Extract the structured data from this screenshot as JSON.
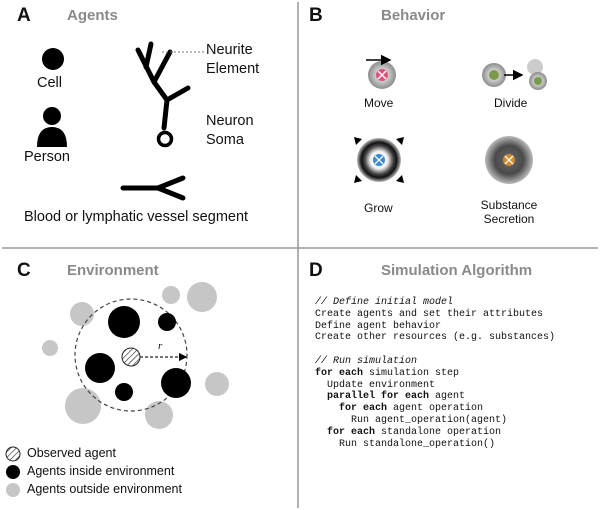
{
  "panels": {
    "a": {
      "letter": "A",
      "title": "Agents",
      "cell": "Cell",
      "person": "Person",
      "neurite": "Neurite",
      "element": "Element",
      "neuron": "Neuron",
      "soma": "Soma",
      "vessel": "Blood or lymphatic vessel segment"
    },
    "b": {
      "letter": "B",
      "title": "Behavior",
      "move": "Move",
      "divide": "Divide",
      "grow": "Grow",
      "substance": "Substance",
      "secretion": "Secretion"
    },
    "c": {
      "letter": "C",
      "title": "Environment",
      "radius": "r",
      "legend_observed": "Observed agent",
      "legend_inside": "Agents inside environment",
      "legend_outside": "Agents outside environment"
    },
    "d": {
      "letter": "D",
      "title": "Simulation Algorithm",
      "code": [
        [
          {
            "t": "// Define initial model",
            "s": "cm"
          }
        ],
        [
          {
            "t": "Create agents and set their attributes"
          }
        ],
        [
          {
            "t": "Define agent behavior"
          }
        ],
        [
          {
            "t": "Create other resources (e.g. substances)"
          }
        ],
        [
          {
            "t": ""
          }
        ],
        [
          {
            "t": "// Run simulation",
            "s": "cm"
          }
        ],
        [
          {
            "t": "for each",
            "s": "kw"
          },
          {
            "t": " simulation step"
          }
        ],
        [
          {
            "t": "  Update environment"
          }
        ],
        [
          {
            "t": "  "
          },
          {
            "t": "parallel for each",
            "s": "kw"
          },
          {
            "t": " agent"
          }
        ],
        [
          {
            "t": "    "
          },
          {
            "t": "for each",
            "s": "kw"
          },
          {
            "t": " agent operation"
          }
        ],
        [
          {
            "t": "      Run agent_operation(agent)"
          }
        ],
        [
          {
            "t": "  "
          },
          {
            "t": "for each",
            "s": "kw"
          },
          {
            "t": " standalone operation"
          }
        ],
        [
          {
            "t": "    Run standalone_operation()"
          }
        ]
      ]
    }
  },
  "colors": {
    "inside_agent": "#000000",
    "outside_agent": "#c6c6c6",
    "agent_marker_pink": "#e0507a",
    "agent_marker_green": "#7a9a4a",
    "agent_marker_blue": "#3a8ad0",
    "agent_marker_orange": "#d08a30",
    "divider": "#999999"
  }
}
